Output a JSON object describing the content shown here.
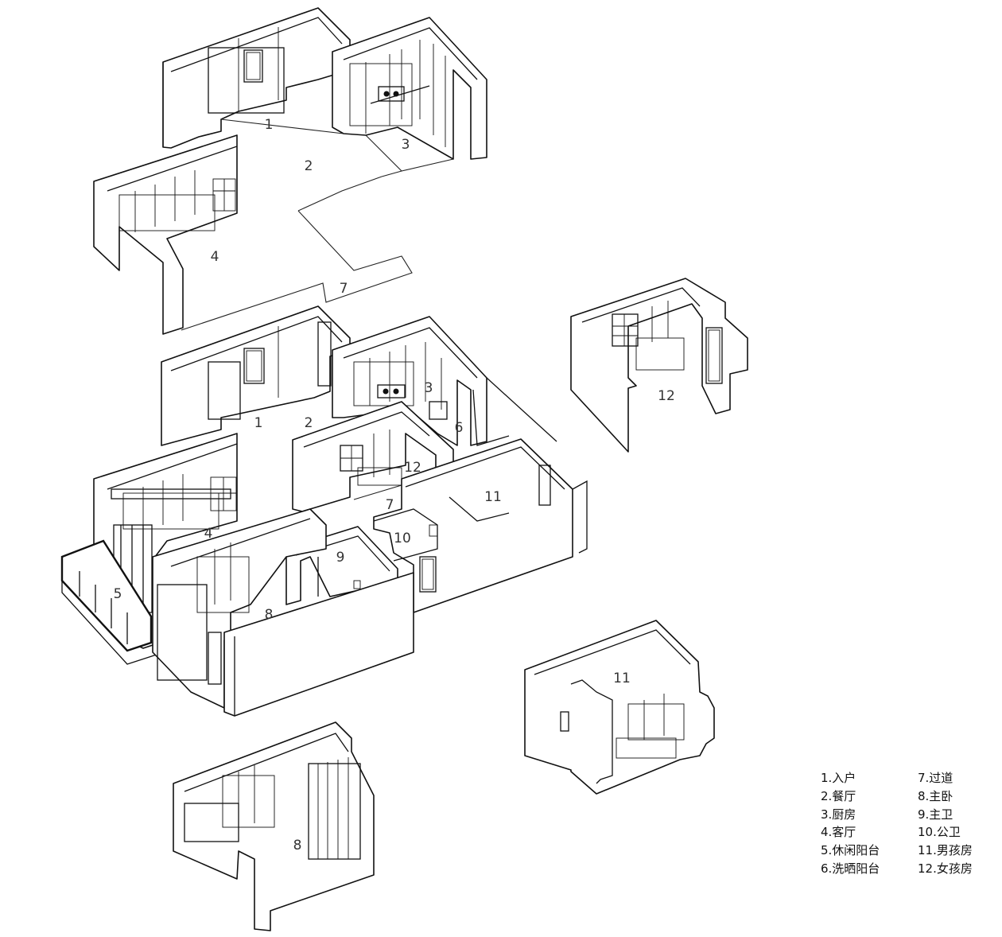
{
  "rooms": {
    "r1": "1",
    "r2": "2",
    "r3": "3",
    "r4": "4",
    "r5": "5",
    "r6": "6",
    "r7": "7",
    "r8": "8",
    "r9": "9",
    "r10": "10",
    "r11": "11",
    "r12": "12"
  },
  "legend": [
    "1.入户",
    "2.餐厅",
    "3.厨房",
    "4.客厅",
    "5.休闲阳台",
    "6.洗晒阳台",
    "7.过道",
    "8.主卧",
    "9.主卫",
    "10.公卫",
    "11.男孩房",
    "12.女孩房"
  ]
}
